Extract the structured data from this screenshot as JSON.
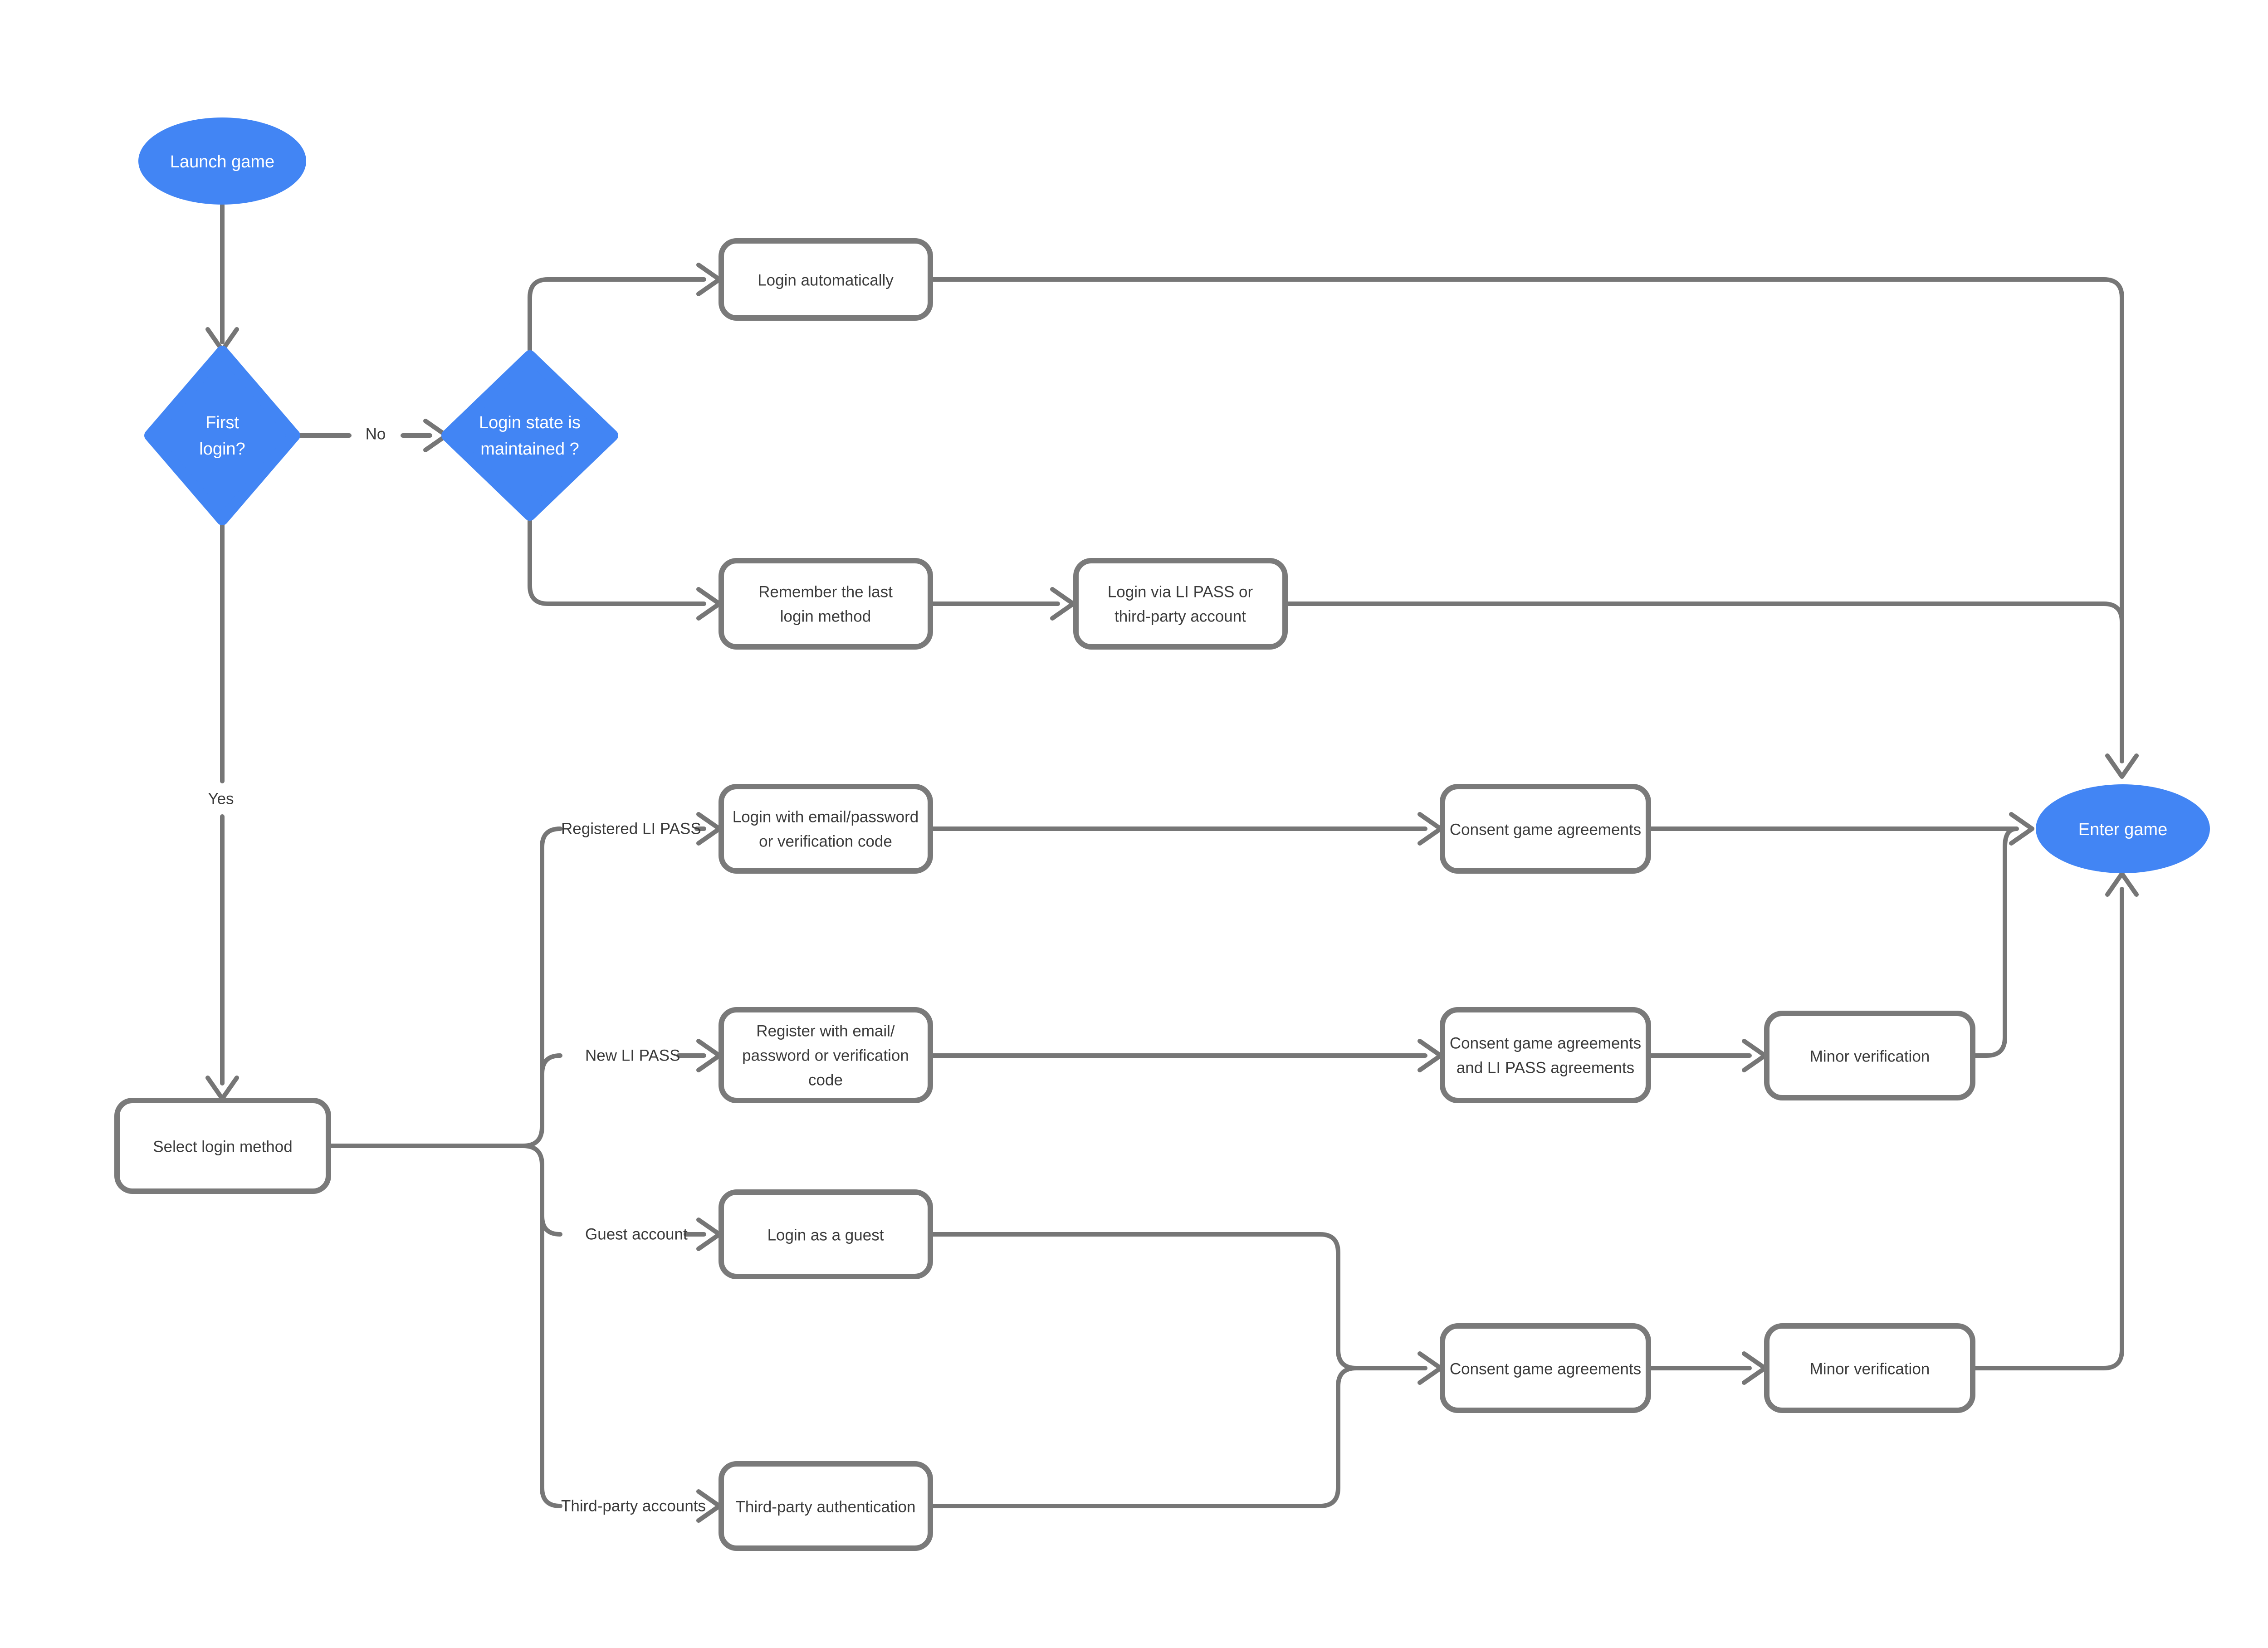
{
  "diagram": {
    "title": "Game login flowchart",
    "colors": {
      "node_blue": "#4285F4",
      "line_gray": "#767676",
      "box_border_gray": "#7a7a7a",
      "box_fill": "#ffffff",
      "text_dark": "#3b3b3b",
      "text_white": "#ffffff"
    },
    "nodes": {
      "launch": {
        "label": "Launch game"
      },
      "first_login": {
        "lines": [
          "First",
          "login?"
        ]
      },
      "login_state": {
        "lines": [
          "Login state is",
          "maintained ?"
        ]
      },
      "login_auto": {
        "label": "Login automatically"
      },
      "remember": {
        "lines": [
          "Remember the last",
          "login method"
        ]
      },
      "li_pass_login": {
        "lines": [
          "Login via LI PASS or",
          "third-party account"
        ]
      },
      "select_method": {
        "label": "Select login method"
      },
      "login_email": {
        "lines": [
          "Login with email/password",
          "or verification code"
        ]
      },
      "register_email": {
        "lines": [
          "Register with email/",
          "password or verification",
          "code"
        ]
      },
      "login_guest": {
        "label": "Login as a guest"
      },
      "third_party_auth": {
        "label": "Third-party authentication"
      },
      "consent_top": {
        "label": "Consent game agreements"
      },
      "consent_mid": {
        "lines": [
          "Consent game agreements",
          "and LI PASS agreements"
        ]
      },
      "minor_mid": {
        "label": "Minor verification"
      },
      "consent_bottom": {
        "label": "Consent game agreements"
      },
      "minor_bottom": {
        "label": "Minor verification"
      },
      "enter_game": {
        "label": "Enter game"
      }
    },
    "edge_labels": {
      "no": "No",
      "yes": "Yes",
      "registered_li_pass": "Registered LI PASS",
      "new_li_pass": "New LI PASS",
      "guest_account": "Guest account",
      "third_party_accounts": "Third-party accounts"
    }
  }
}
